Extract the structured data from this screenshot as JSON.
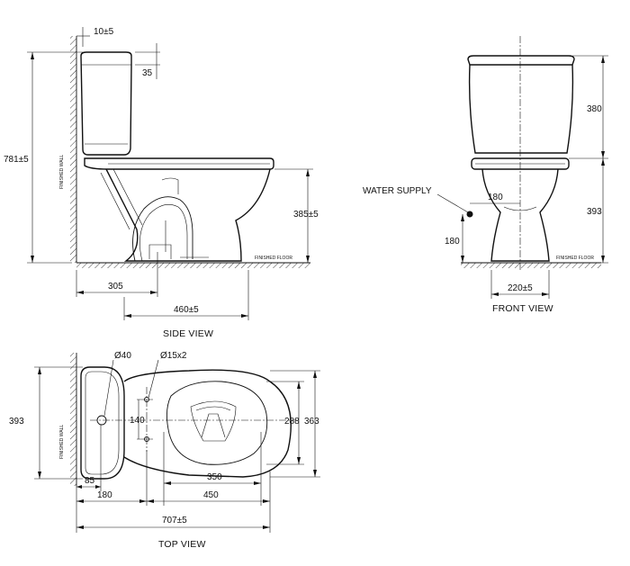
{
  "views": {
    "side": "SIDE VIEW",
    "front": "FRONT VIEW",
    "top": "TOP VIEW"
  },
  "labels": {
    "finished_wall": "FINISHED WALL",
    "finished_floor": "FINISHED FLOOR",
    "water_supply": "WATER SUPPLY"
  },
  "side_dims": {
    "wall_gap": "10±5",
    "lid_offset": "35",
    "total_height": "781±5",
    "seat_height": "385±5",
    "outlet_from_wall": "305",
    "bowl_length": "460±5"
  },
  "front_dims": {
    "tank_height": "380",
    "bowl_height": "393",
    "supply_offset": "180",
    "supply_height": "180",
    "foot_width": "220±5"
  },
  "top_dims": {
    "hole_tank": "Ø40",
    "hole_fix": "Ø15x2",
    "tank_depth": "393",
    "fix_spacing": "140",
    "bowl_inner": "288",
    "bowl_outer": "363",
    "wall_85": "85",
    "wall_180": "180",
    "d350": "350",
    "d450": "450",
    "total_length": "707±5"
  }
}
